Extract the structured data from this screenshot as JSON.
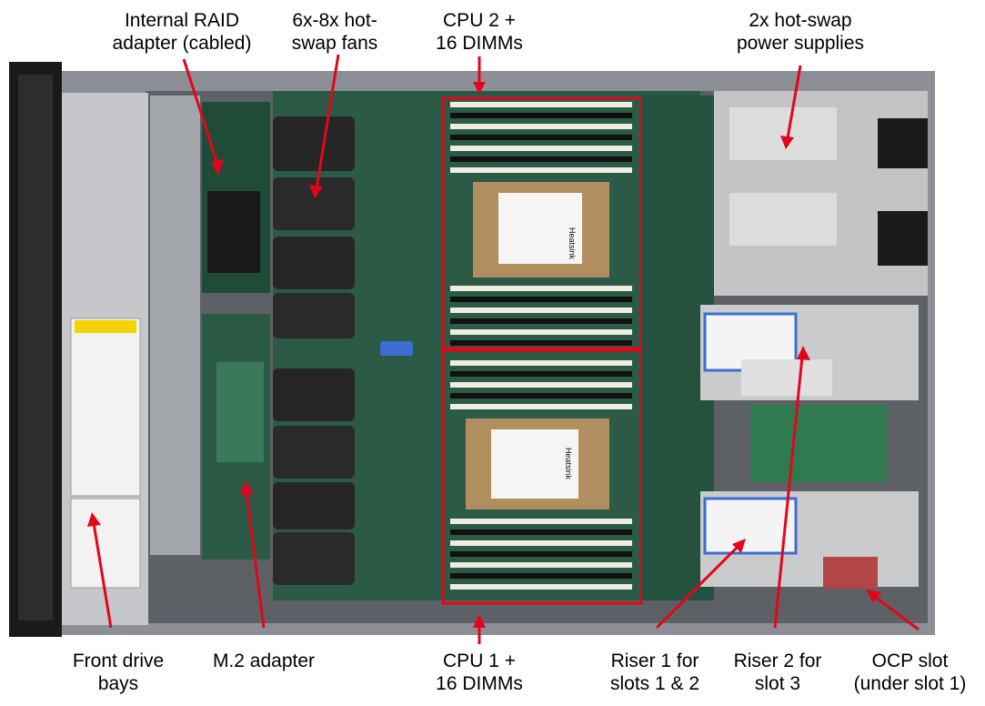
{
  "labels": {
    "raid": [
      "Internal RAID",
      "adapter (cabled)"
    ],
    "fans": [
      "6x-8x hot-",
      "swap fans"
    ],
    "cpu2": [
      "CPU 2 +",
      "16 DIMMs"
    ],
    "psu": [
      "2x hot-swap",
      "power supplies"
    ],
    "drives": [
      "Front drive",
      "bays"
    ],
    "m2": [
      "M.2 adapter"
    ],
    "cpu1": [
      "CPU 1 +",
      "16 DIMMs"
    ],
    "riser1": [
      "Riser 1 for",
      "slots 1 & 2"
    ],
    "riser2": [
      "Riser 2 for",
      "slot 3"
    ],
    "ocp": [
      "OCP slot",
      "(under slot 1)"
    ]
  },
  "heatsink_text": "Heatsink",
  "colors": {
    "annotation": "#e3061b",
    "chassis": "#9a9ea3",
    "board": "#2b5a46",
    "drive_front": "#c5c7ca",
    "fan": "#262626",
    "heatsink": "#b08e5e",
    "dimm": "#f0ecdf",
    "riser_blue": "#3a6fd0",
    "psu": "#c4c4c4"
  }
}
